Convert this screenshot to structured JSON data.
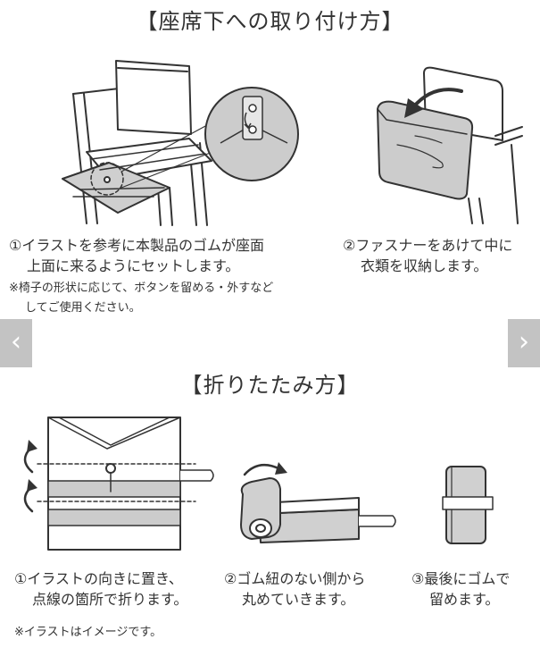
{
  "section1": {
    "title": "【座席下への取り付け方】",
    "step1_line1": "①イラストを参考に本製品のゴムが座面",
    "step1_line2": "上面に来るようにセットします。",
    "note_line1": "※椅子の形状に応じて、ボタンを留める・外すなど",
    "note_line2": "してご使用ください。",
    "step2_line1": "②ファスナーをあけて中に",
    "step2_line2": "衣類を収納します。"
  },
  "section2": {
    "title": "【折りたたみ方】",
    "step1_line1": "①イラストの向きに置き、",
    "step1_line2": "点線の箇所で折ります。",
    "step2_line1": "②ゴム紐のない側から",
    "step2_line2": "丸めていきます。",
    "step3_line1": "③最後にゴムで",
    "step3_line2": "留めます。",
    "footnote": "※イラストはイメージです。"
  },
  "nav": {
    "prev_icon": "‹",
    "next_icon": "›"
  },
  "colors": {
    "stroke": "#333333",
    "fill_gray": "#cccccc",
    "fill_dark": "#bdbdbd",
    "nav_bg": "#b9b9b9"
  },
  "icons": {
    "prev": "chevron-left-icon",
    "next": "chevron-right-icon"
  }
}
